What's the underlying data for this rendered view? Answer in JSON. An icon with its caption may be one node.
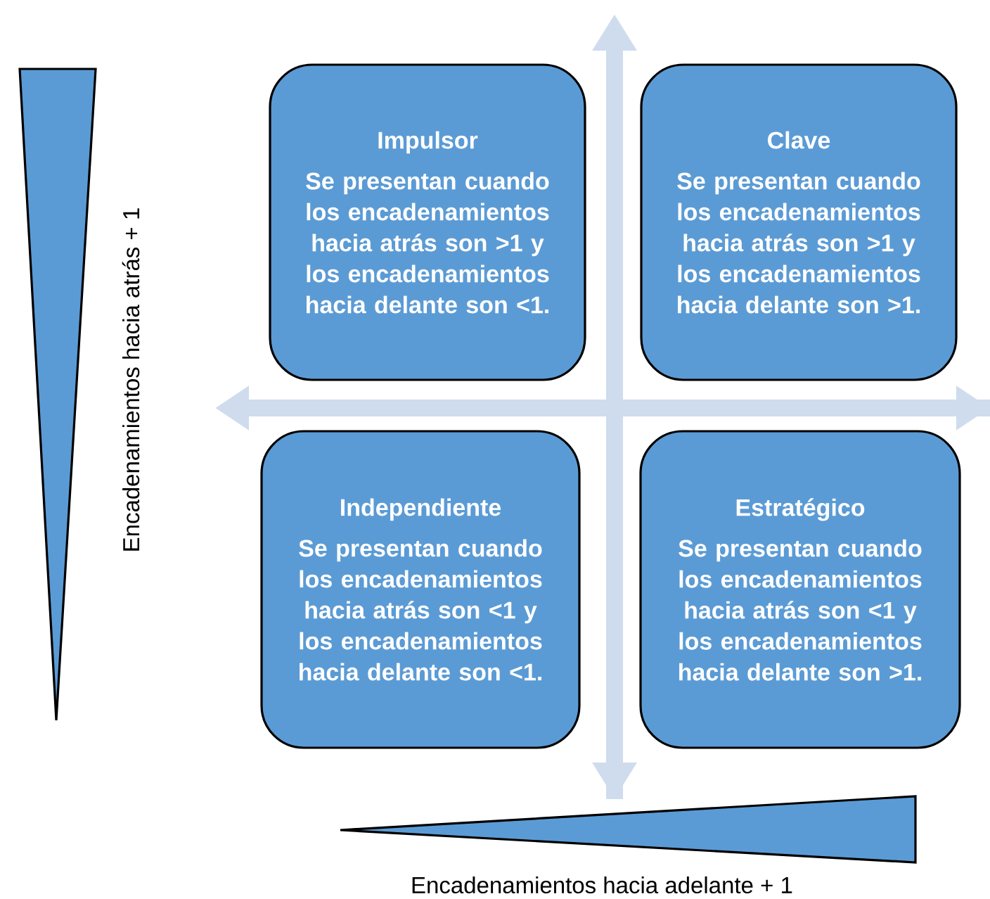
{
  "diagram": {
    "nodes": [
      {
        "text": [
          "Impulsor",
          "Se presentan cuando los encadenamientos hacia atrás son >1 y los encadenamientos hacia delante son <1."
        ]
      },
      {
        "text": [
          "Clave",
          "Se presentan cuando los encadenamientos hacia atrás son >1 y los encadenamientos hacia delante son >1."
        ]
      },
      {
        "text": [
          "Independiente",
          "Se presentan cuando los encadenamientos hacia atrás son <1 y los encadenamientos hacia delante son <1."
        ]
      },
      {
        "text": [
          "Estratégico",
          "Se presentan cuando los encadenamientos hacia atrás son <1 y los encadenamientos hacia delante son >1."
        ]
      },
      {
        "text": [],
        "shape": "triangle",
        "beside": [
          "Encadenamientos hacia atrás + 1"
        ]
      },
      {
        "text": [],
        "shape": "triangle",
        "beside": [
          "Encadenamientos hacia adelante  + 1"
        ]
      }
    ]
  }
}
